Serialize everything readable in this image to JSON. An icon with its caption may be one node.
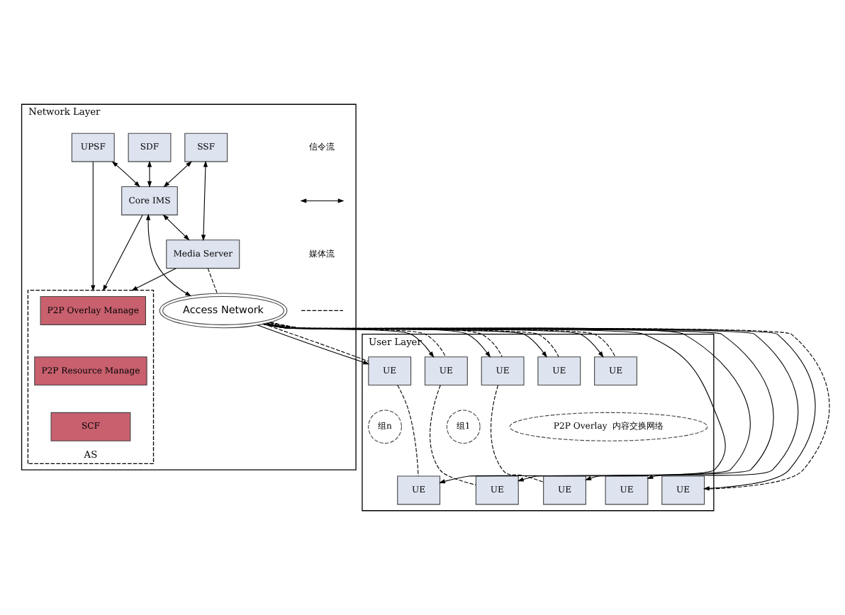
{
  "diagram": {
    "nodes": [
      {
        "text": [
          "Network Layer"
        ]
      },
      {
        "text": [
          "AS"
        ],
        "in": 0
      },
      {
        "text": [
          "P2P Overlay Manage"
        ],
        "in": 1
      },
      {
        "text": [
          "P2P Resource Manage"
        ],
        "in": 1
      },
      {
        "text": [
          "SCF"
        ],
        "in": 1
      },
      {
        "text": [
          "UPSF"
        ],
        "in": 0
      },
      {
        "text": [
          "SDF"
        ],
        "in": 0
      },
      {
        "text": [
          "SSF"
        ],
        "in": 0
      },
      {
        "text": [
          "Core IMS"
        ],
        "in": 0
      },
      {
        "text": [
          "Media Server"
        ],
        "in": 0
      },
      {
        "text": [
          "Access Network"
        ],
        "in": 0
      },
      {
        "text": [
          "User Layer"
        ]
      },
      {
        "text": [
          "P2P Overlay  内容交换网络"
        ],
        "in": 11
      },
      {
        "text": [
          "组1"
        ],
        "in": 11
      },
      {
        "text": [
          "组n"
        ],
        "in": 11
      },
      {
        "text": [
          "UE"
        ],
        "in": 11
      },
      {
        "text": [
          "UE"
        ],
        "in": 11
      },
      {
        "text": [
          "UE"
        ],
        "in": 11
      },
      {
        "text": [
          "UE"
        ],
        "in": 11
      },
      {
        "text": [
          "UE"
        ],
        "in": 11
      },
      {
        "text": [
          "UE"
        ],
        "in": 11
      },
      {
        "text": [
          "UE"
        ],
        "in": 11
      },
      {
        "text": [
          "UE"
        ],
        "in": 11
      },
      {
        "text": [
          "UE"
        ],
        "in": 11
      },
      {
        "text": [
          "UE"
        ],
        "in": 11
      }
    ],
    "edges": [
      {
        "from": 5,
        "to": 1,
        "arrow": "to"
      },
      {
        "from": 8,
        "to": 1,
        "arrow": "to"
      },
      {
        "from": 9,
        "to": 1,
        "arrow": "to"
      },
      {
        "from": 5,
        "to": 8,
        "arrow": "both"
      },
      {
        "from": 6,
        "to": 8,
        "arrow": "both"
      },
      {
        "from": 7,
        "to": 8,
        "arrow": "both"
      },
      {
        "from": 7,
        "to": 9,
        "arrow": "both"
      },
      {
        "from": 8,
        "to": 9,
        "arrow": "both"
      },
      {
        "from": 8,
        "to": 10,
        "arrow": "both"
      },
      {
        "from": 9,
        "to": 10,
        "arrow": "none",
        "style": "dashed"
      },
      {
        "from": 10,
        "to": 15,
        "arrow": "to"
      },
      {
        "from": 10,
        "to": 15,
        "arrow": "none",
        "style": "dashed"
      },
      {
        "from": 10,
        "to": 16,
        "arrow": "to"
      },
      {
        "from": 10,
        "to": 16,
        "arrow": "none",
        "style": "dashed"
      },
      {
        "from": 10,
        "to": 17,
        "arrow": "to"
      },
      {
        "from": 10,
        "to": 17,
        "arrow": "none",
        "style": "dashed"
      },
      {
        "from": 10,
        "to": 18,
        "arrow": "to"
      },
      {
        "from": 10,
        "to": 18,
        "arrow": "none",
        "style": "dashed"
      },
      {
        "from": 10,
        "to": 19,
        "arrow": "to"
      },
      {
        "from": 10,
        "to": 19,
        "arrow": "none",
        "style": "dashed"
      },
      {
        "from": 10,
        "to": 20,
        "arrow": "to"
      },
      {
        "from": 10,
        "to": 21,
        "arrow": "to"
      },
      {
        "from": 10,
        "to": 22,
        "arrow": "to"
      },
      {
        "from": 10,
        "to": 22,
        "arrow": "none",
        "style": "dashed"
      },
      {
        "from": 10,
        "to": 23,
        "arrow": "to"
      },
      {
        "from": 10,
        "to": 24,
        "arrow": "to"
      },
      {
        "from": 15,
        "to": 20,
        "arrow": "none",
        "style": "dashed"
      },
      {
        "from": 18,
        "to": 23,
        "arrow": "none",
        "style": "dashed"
      },
      {
        "from": 19,
        "to": 24,
        "arrow": "none",
        "style": "dashed"
      }
    ],
    "legend": [
      {
        "text": "信令流"
      },
      {
        "text": "媒体流"
      }
    ]
  }
}
